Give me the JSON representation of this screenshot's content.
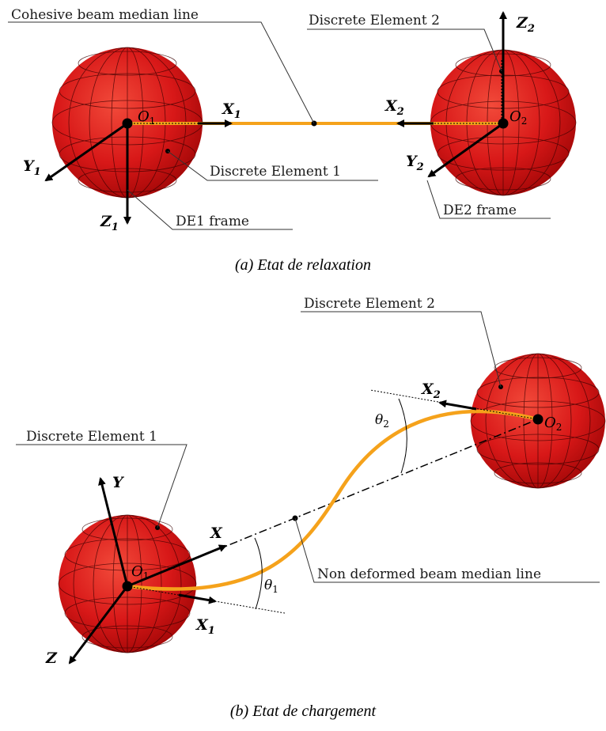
{
  "panel_a": {
    "caption": "(a) Etat de relaxation",
    "labels": {
      "median_line": "Cohesive beam median line",
      "element2": "Discrete Element 2",
      "element1": "Discrete Element 1",
      "de1_frame": "DE1 frame",
      "de2_frame": "DE2 frame"
    },
    "axes": {
      "x1": "X",
      "x1_sub": "1",
      "x2": "X",
      "x2_sub": "2",
      "y1": "Y",
      "y1_sub": "1",
      "y2": "Y",
      "y2_sub": "2",
      "z1": "Z",
      "z1_sub": "1",
      "z2": "Z",
      "z2_sub": "2"
    },
    "origins": {
      "o1": "O",
      "o1_sub": "1",
      "o2": "O",
      "o2_sub": "2"
    }
  },
  "panel_b": {
    "caption": "(b) Etat de chargement",
    "labels": {
      "element2": "Discrete Element 2",
      "element1": "Discrete Element 1",
      "non_deformed": "Non deformed beam median line"
    },
    "axes": {
      "x": "X",
      "y": "Y",
      "z": "Z",
      "x1": "X",
      "x1_sub": "1",
      "x2": "X",
      "x2_sub": "2"
    },
    "origins": {
      "o1": "O",
      "o1_sub": "1",
      "o2": "O",
      "o2_sub": "2"
    },
    "angles": {
      "theta1": "θ",
      "theta1_sub": "1",
      "theta2": "θ",
      "theta2_sub": "2"
    }
  },
  "colors": {
    "sphere": "#dd1a1a",
    "beam": "#f5a21b",
    "axis": "#000000"
  }
}
